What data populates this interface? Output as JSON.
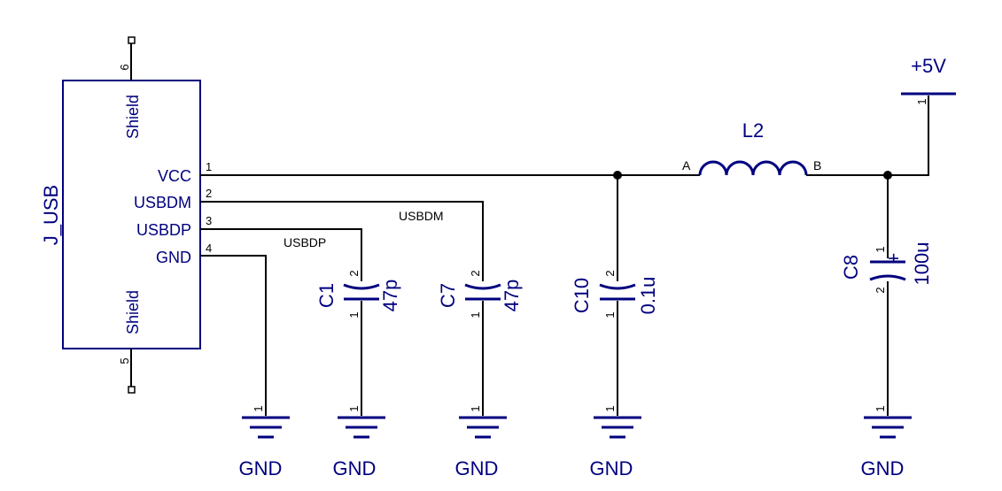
{
  "connector": {
    "ref": "J_USB",
    "pins": [
      {
        "num": "1",
        "name": "VCC"
      },
      {
        "num": "2",
        "name": "USBDM"
      },
      {
        "num": "3",
        "name": "USBDP"
      },
      {
        "num": "4",
        "name": "GND"
      }
    ],
    "shield_top": {
      "num": "6",
      "name": "Shield"
    },
    "shield_bottom": {
      "num": "5",
      "name": "Shield"
    }
  },
  "nets": {
    "usbdm": "USBDM",
    "usbdp": "USBDP"
  },
  "inductor": {
    "ref": "L2",
    "pin_a": "A",
    "pin_b": "B"
  },
  "power": {
    "label": "+5V",
    "pin": "1"
  },
  "capacitors": {
    "c1": {
      "ref": "C1",
      "value": "47p",
      "pin_top": "2",
      "pin_bottom": "1"
    },
    "c7": {
      "ref": "C7",
      "value": "47p",
      "pin_top": "2",
      "pin_bottom": "1"
    },
    "c10": {
      "ref": "C10",
      "value": "0.1u",
      "pin_top": "2",
      "pin_bottom": "1"
    },
    "c8": {
      "ref": "C8",
      "value": "100u",
      "pin_top": "1",
      "pin_bottom": "2",
      "polarity": "+"
    }
  },
  "grounds": [
    "GND",
    "GND",
    "GND",
    "GND",
    "GND"
  ],
  "ground_pin": "1",
  "colors": {
    "wire": "#000000",
    "symbol": "#00007f"
  }
}
